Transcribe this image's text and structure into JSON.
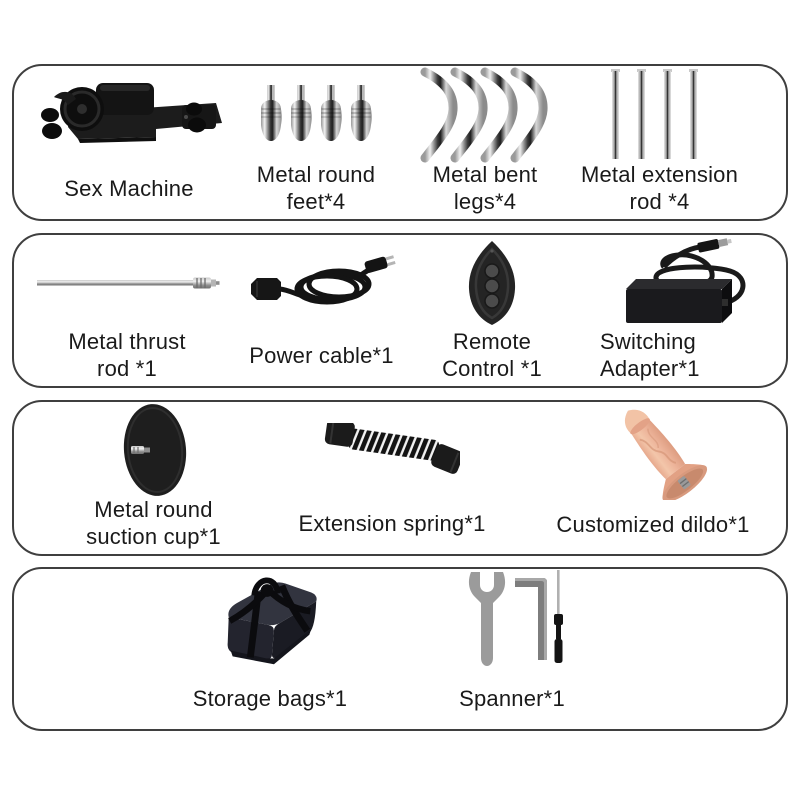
{
  "panels": [
    {
      "items": [
        {
          "icon": "sex-machine",
          "lines": [
            "Sex Machine"
          ]
        },
        {
          "icon": "metal-round-feet",
          "lines": [
            "Metal round",
            "feet*4"
          ]
        },
        {
          "icon": "metal-bent-legs",
          "lines": [
            "Metal bent",
            "legs*4"
          ]
        },
        {
          "icon": "metal-extension-rods",
          "lines": [
            "Metal extension",
            "rod *4"
          ]
        }
      ]
    },
    {
      "items": [
        {
          "icon": "metal-thrust-rod",
          "lines": [
            "Metal thrust",
            "rod *1"
          ]
        },
        {
          "icon": "power-cable",
          "lines": [
            "Power cable*1"
          ]
        },
        {
          "icon": "remote-control",
          "lines": [
            "Remote",
            "Control *1"
          ]
        },
        {
          "icon": "switching-adapter",
          "lines": [
            "Switching",
            "Adapter*1"
          ]
        }
      ]
    },
    {
      "items": [
        {
          "icon": "metal-round-suction-cup",
          "lines": [
            "Metal round",
            "suction cup*1"
          ]
        },
        {
          "icon": "extension-spring",
          "lines": [
            "Extension spring*1"
          ]
        },
        {
          "icon": "customized-dildo",
          "lines": [
            "Customized dildo*1"
          ]
        }
      ]
    },
    {
      "items": [
        {
          "icon": "storage-bag",
          "lines": [
            "Storage bags*1"
          ]
        },
        {
          "icon": "spanner-set",
          "lines": [
            "Spanner*1"
          ]
        }
      ]
    }
  ],
  "colors": {
    "panel_border": "#3f3f3f",
    "label_text": "#1a1a1a",
    "black_items": "#1a1a1a",
    "chrome_metal": "#c9c9c9",
    "dildo_flesh": "#eeb79a",
    "bag_dark_navy": "#23242e",
    "tool_gray": "#9b9b9b",
    "background": "#ffffff"
  }
}
